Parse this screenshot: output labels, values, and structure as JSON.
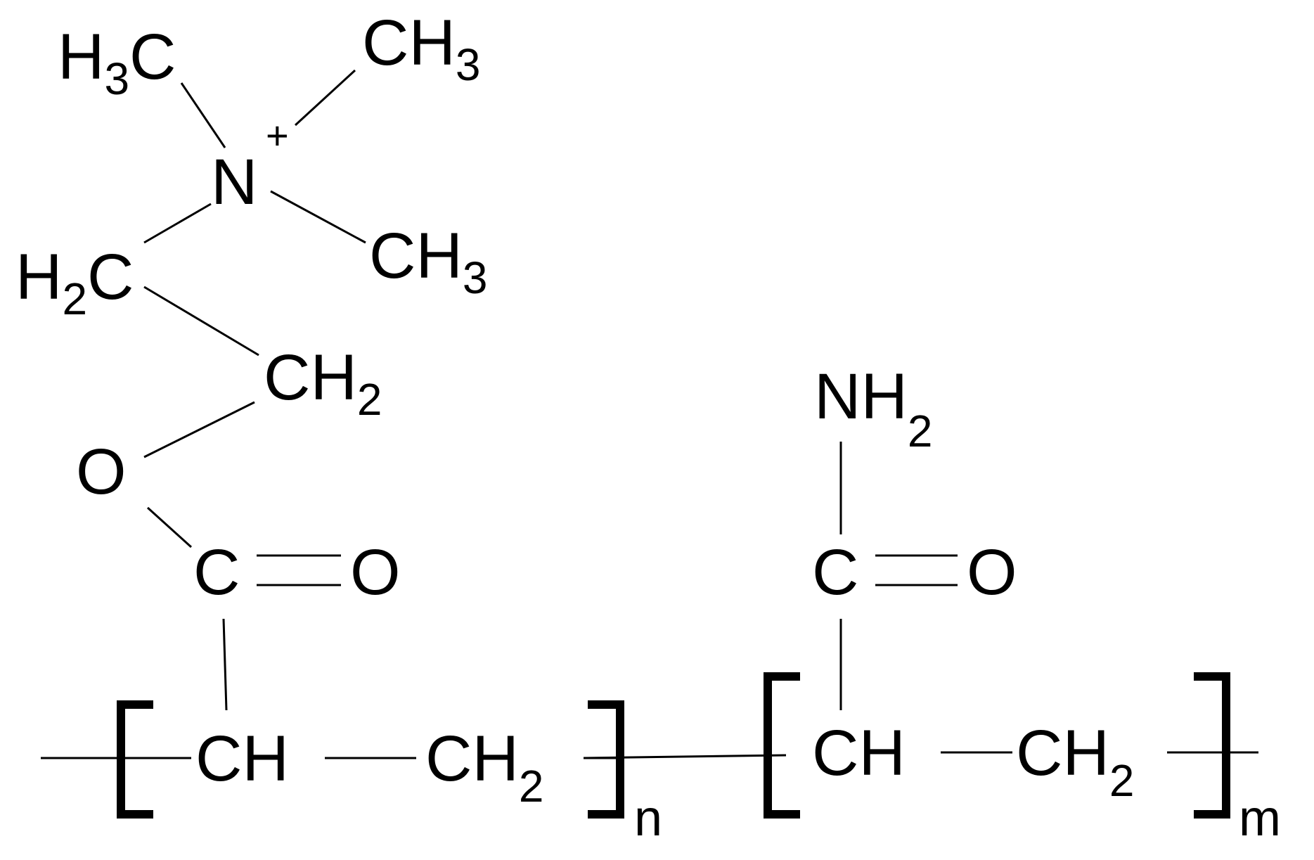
{
  "structure": {
    "quat_ammonium": {
      "methyl_left": {
        "main": "H",
        "sub": "3",
        "tail": "C"
      },
      "methyl_right_top": {
        "main": "CH",
        "sub": "3"
      },
      "methyl_right_bottom": {
        "main": "CH",
        "sub": "3"
      },
      "nitrogen": "N",
      "charge": "+"
    },
    "side_chain_1": {
      "ch2_left": {
        "main": "H",
        "sub": "2",
        "tail": "C"
      },
      "ch2_mid": {
        "main": "CH",
        "sub": "2"
      },
      "ester_oxygen": "O",
      "carbonyl_carbon": "C",
      "carbonyl_oxygen": "O"
    },
    "side_chain_2": {
      "amine": {
        "main": "NH",
        "sub": "2"
      },
      "carbonyl_carbon": "C",
      "carbonyl_oxygen": "O"
    },
    "backbone_1": {
      "ch": "CH",
      "ch2": {
        "main": "CH",
        "sub": "2"
      },
      "repeat_index": "n"
    },
    "backbone_2": {
      "ch": "CH",
      "ch2": {
        "main": "CH",
        "sub": "2"
      },
      "repeat_index": "m"
    }
  }
}
